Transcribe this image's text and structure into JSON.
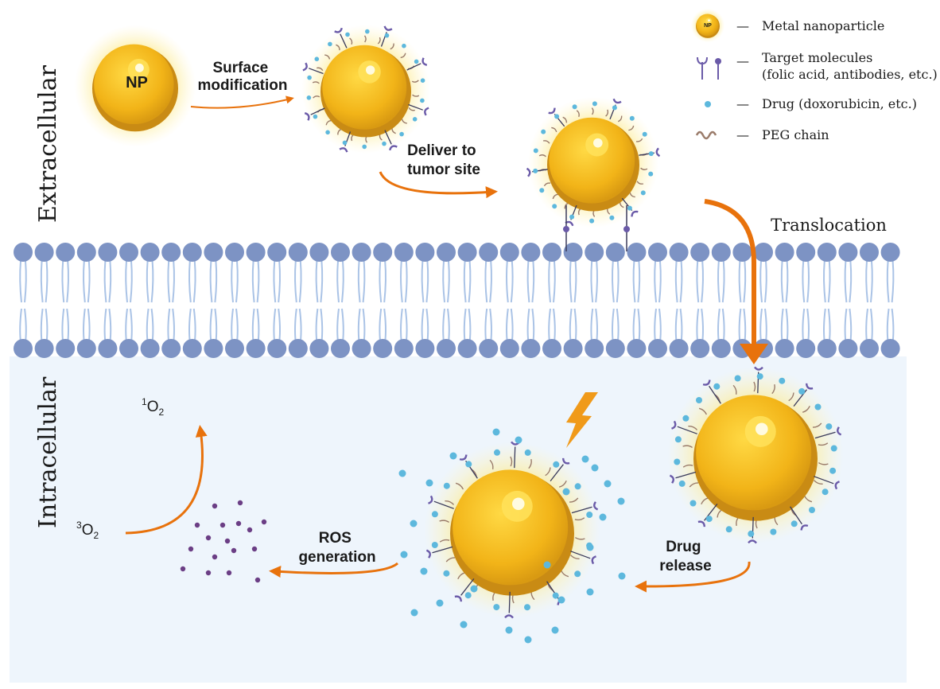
{
  "colors": {
    "intracellular_bg": "#eef5fc",
    "membrane_head": "#7d93c4",
    "membrane_tail": "#aac3e6",
    "np_core": "#f2b418",
    "np_shadow": "#c98b14",
    "np_glow": "#fbeea0",
    "drug": "#5db8dd",
    "target_molecule": "#6a5aa8",
    "peg_chain": "#9a7b6a",
    "ros_particle": "#6b3e85",
    "arrow": "#e8720c"
  },
  "zones": {
    "extracellular": "Extracellular",
    "intracellular": "Intracellular"
  },
  "nanoparticle_label": "NP",
  "legend_np_label": "NP",
  "steps": {
    "surface_modification": [
      "Surface",
      "modification"
    ],
    "deliver": [
      "Deliver to",
      "tumor site"
    ],
    "translocation": "Translocation",
    "drug_release": [
      "Drug",
      "release"
    ],
    "ros_generation": [
      "ROS",
      "generation"
    ]
  },
  "molecules": {
    "singlet_oxygen": {
      "sup": "1",
      "base": "O",
      "sub": "2"
    },
    "triplet_oxygen": {
      "sup": "3",
      "base": "O",
      "sub": "2"
    }
  },
  "legend": {
    "metal_np": "Metal nanoparticle",
    "target_line1": "Target molecules",
    "target_line2": "(folic acid, antibodies, etc.)",
    "drug": "Drug (doxorubicin, etc.)",
    "peg": "PEG chain",
    "dash": "—"
  }
}
